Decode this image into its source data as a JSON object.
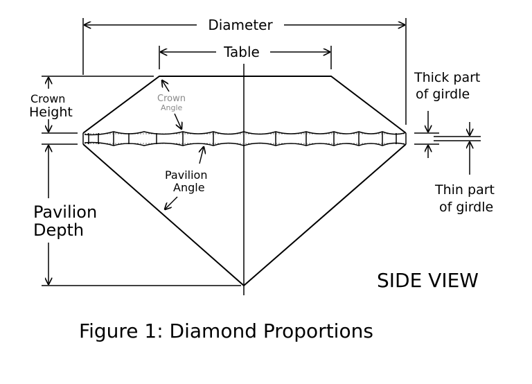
{
  "labels": {
    "diameter": "Diameter",
    "table": "Table",
    "crown_height_line1": "Crown",
    "crown_height_line2": "Height",
    "crown_angle_line1": "Crown",
    "crown_angle_line2": "Angle",
    "pavilion_angle_line1": "Pavilion",
    "pavilion_angle_line2": "Angle",
    "pavilion_depth_line1": "Pavilion",
    "pavilion_depth_line2": "Depth",
    "thick_girdle_line1": "Thick part",
    "thick_girdle_line2": "of girdle",
    "thin_girdle_line1": "Thin part",
    "thin_girdle_line2": "of girdle",
    "side_view": "SIDE VIEW"
  },
  "caption": "Figure 1:   Diamond Proportions",
  "colors": {
    "line": "#000000",
    "muted_label": "#888888",
    "background": "#ffffff"
  }
}
